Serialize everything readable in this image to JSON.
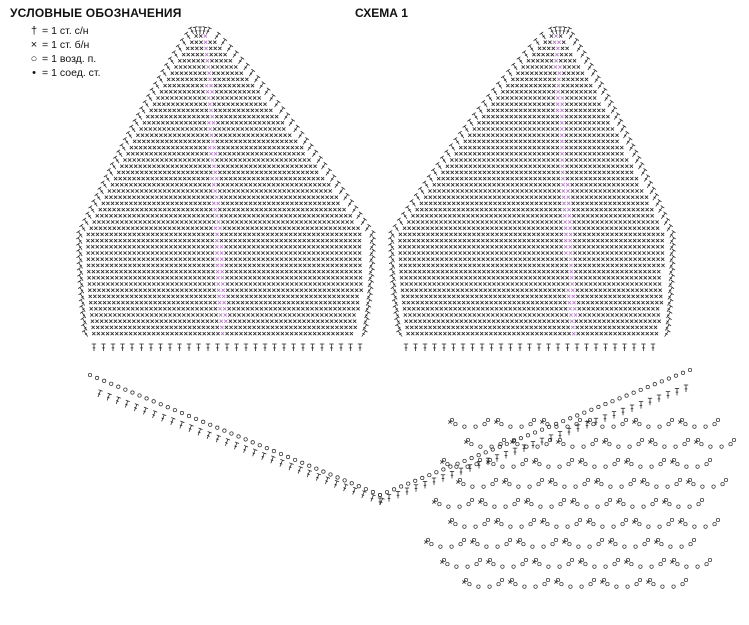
{
  "legend": {
    "title": "УСЛОВНЫЕ ОБОЗНАЧЕНИЯ",
    "items": [
      {
        "symbol": "†",
        "icon": "double-crochet-icon",
        "eq": "=",
        "text": "1 ст. с/н"
      },
      {
        "symbol": "×",
        "icon": "single-crochet-icon",
        "eq": "=",
        "text": "1 ст. б/н"
      },
      {
        "symbol": "○",
        "icon": "chain-stitch-icon",
        "eq": "=",
        "text": "1 возд. п."
      },
      {
        "symbol": "•",
        "icon": "slip-stitch-icon",
        "eq": "=",
        "text": "1 соед. ст."
      }
    ]
  },
  "scheme": {
    "title": "СХЕМА 1"
  },
  "colors": {
    "ink": "#222222",
    "accent": "#b070c0"
  }
}
